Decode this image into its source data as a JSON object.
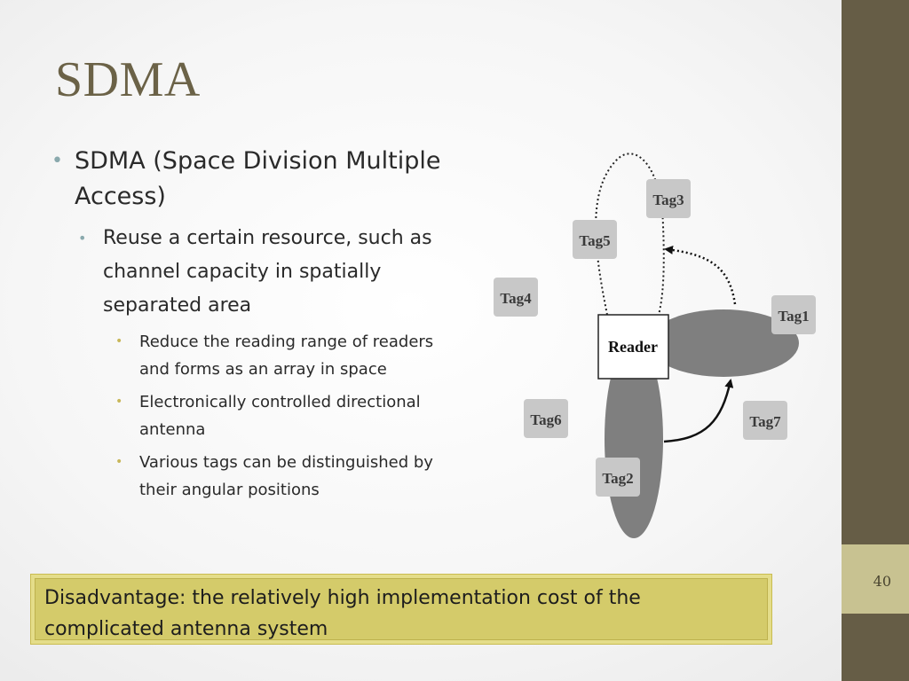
{
  "slide": {
    "title": "SDMA",
    "page_number": "40"
  },
  "bullets": {
    "level1": "SDMA (Space Division Multiple Access)",
    "level2": "Reuse a certain resource, such as channel capacity in spatially separated area",
    "level3": [
      "Reduce the reading range of readers and forms as an array in space",
      "Electronically controlled directional antenna",
      "Various tags can be distinguished by their angular positions"
    ]
  },
  "callout": {
    "text": "Disadvantage: the relatively high implementation cost of the complicated antenna system"
  },
  "diagram": {
    "reader_label": "Reader",
    "tags": [
      "Tag3",
      "Tag5",
      "Tag4",
      "Tag1",
      "Tag6",
      "Tag7",
      "Tag2"
    ]
  },
  "colors": {
    "sidebar": "#665d46",
    "page_box": "#c8c291",
    "title": "#6b6247",
    "callout_fill": "#d4cb6a",
    "lobe_gray": "#808080",
    "tag_gray": "#c8c8c8"
  }
}
